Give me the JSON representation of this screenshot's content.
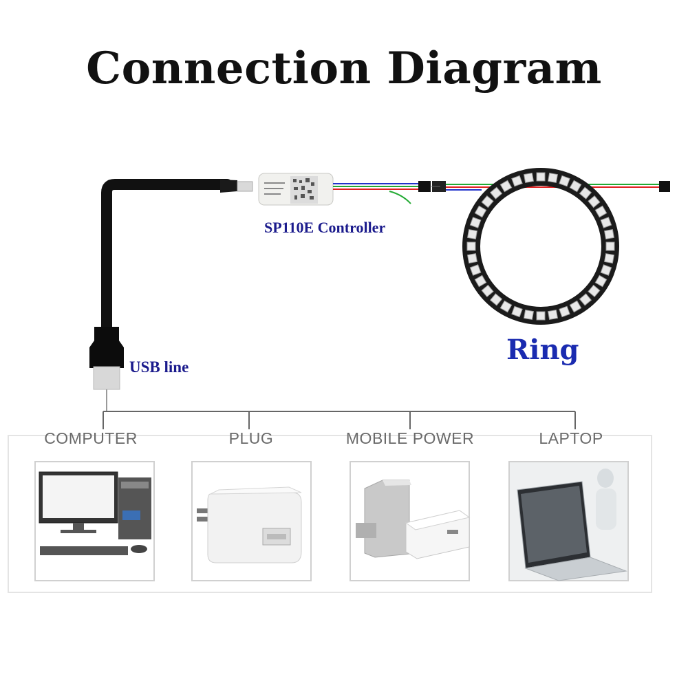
{
  "title": "Connection Diagram",
  "controller_label": "SP110E Controller",
  "usb_label": "USB line",
  "ring_label": "Ring",
  "sources": [
    {
      "label": "COMPUTER",
      "icon": "computer-icon"
    },
    {
      "label": "PLUG",
      "icon": "plug-icon"
    },
    {
      "label": "MOBILE POWER",
      "icon": "power-bank-icon"
    },
    {
      "label": "LAPTOP",
      "icon": "laptop-icon"
    }
  ],
  "colors": {
    "title": "#111111",
    "labels": "#1a1a8c",
    "ring_label": "#1a2bb0",
    "cable": "#111111",
    "wire_red": "#e02020",
    "wire_green": "#22aa33",
    "wire_blue": "#2233cc",
    "box_border": "#d0d0d0"
  }
}
